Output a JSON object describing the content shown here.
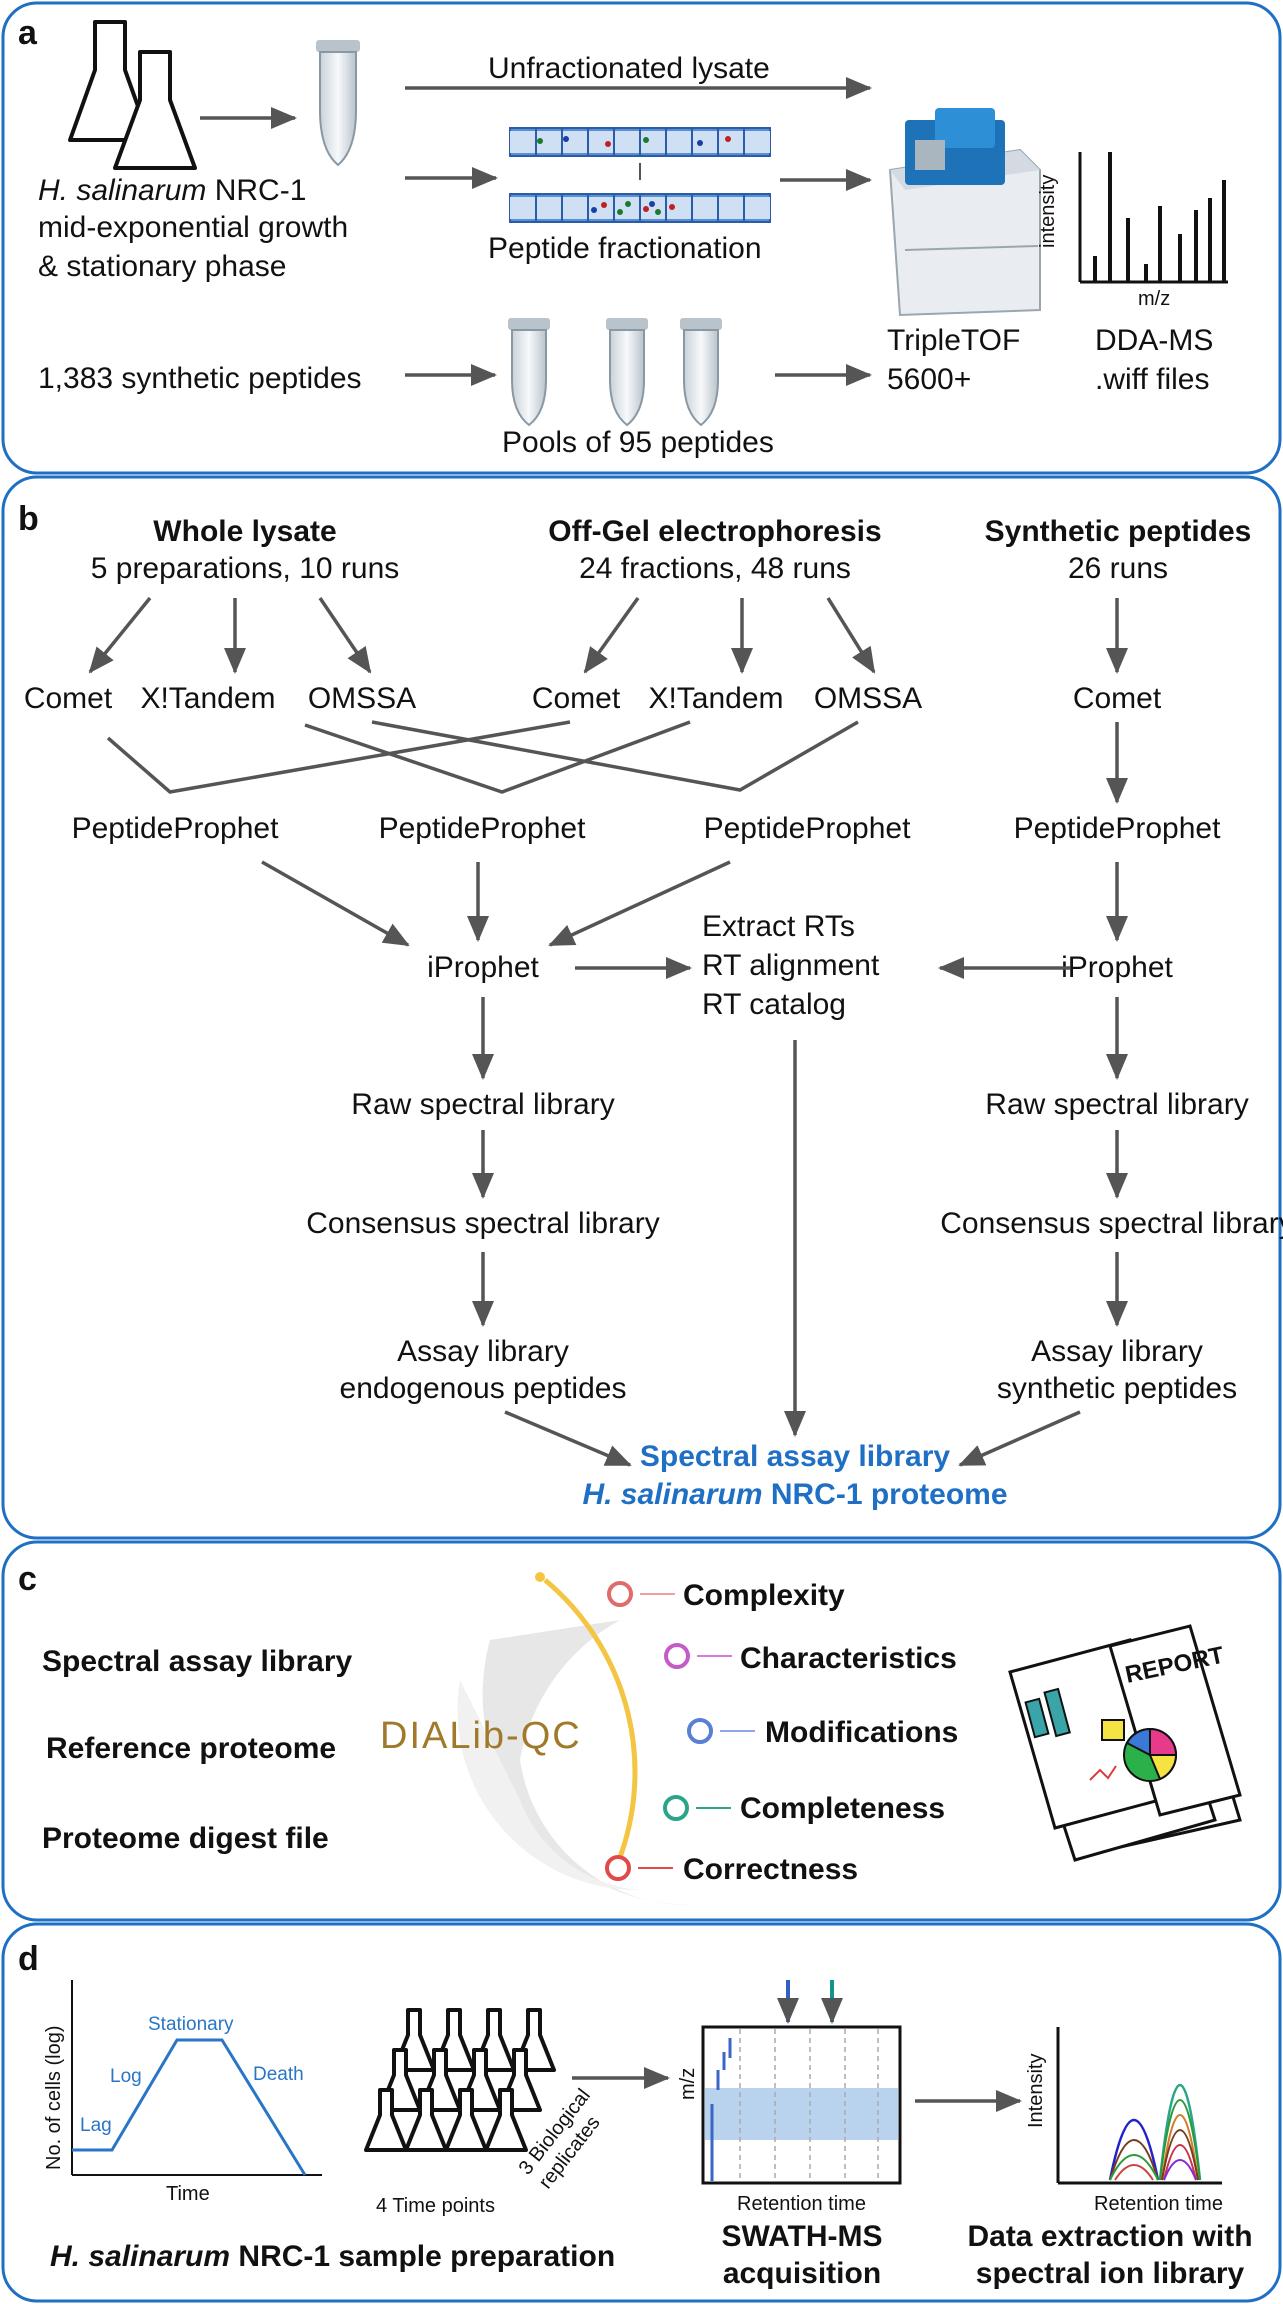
{
  "panel_a": {
    "letter": "a",
    "organism_italic": "H. salinarum",
    "organism_rest": " NRC-1",
    "growth_line2": "mid-exponential growth",
    "growth_line3": "& stationary phase",
    "unfractionated": "Unfractionated lysate",
    "peptide_fractionation": "Peptide fractionation",
    "synthetic": "1,383 synthetic peptides",
    "pools": "Pools of 95 peptides",
    "instrument_line1": "TripleTOF",
    "instrument_line2": "5600+",
    "dda_line1": "DDA-MS",
    "dda_line2": ".wiff files",
    "spectrum_ylabel": "intensity",
    "spectrum_xlabel": "m/z"
  },
  "panel_b": {
    "letter": "b",
    "whole_title": "Whole lysate",
    "whole_sub": "5 preparations, 10 runs",
    "offgel_title": "Off-Gel electrophoresis",
    "offgel_sub": "24 fractions, 48 runs",
    "synth_title": "Synthetic peptides",
    "synth_sub": "26 runs",
    "comet": "Comet",
    "xtandem": "X!Tandem",
    "omssa": "OMSSA",
    "peptideprophet": "PeptideProphet",
    "iprophet": "iProphet",
    "extract_rts": "Extract RTs",
    "rt_alignment": "RT alignment",
    "rt_catalog": "RT catalog",
    "raw_library": "Raw spectral library",
    "consensus_library": "Consensus spectral library",
    "assay_library": "Assay library",
    "endogenous": "endogenous peptides",
    "synthetic_peptides": "synthetic peptides",
    "final_line1": "Spectral assay library",
    "final_line2_italic": "H. salinarum",
    "final_line2_rest": " NRC-1 proteome"
  },
  "panel_c": {
    "letter": "c",
    "inputs": [
      "Spectral assay library",
      "Reference proteome",
      "Proteome digest file"
    ],
    "tool": "DIALib-QC",
    "metrics": [
      "Complexity",
      "Characteristics",
      "Modifications",
      "Completeness",
      "Correctness"
    ],
    "report_word": "REPORT",
    "colors": {
      "complexity": "#e06b6b",
      "characteristics": "#c65ac9",
      "modifications": "#5a7fd6",
      "completeness": "#2aa58a",
      "correctness": "#e04a4a",
      "arc": "#f4c542"
    }
  },
  "panel_d": {
    "letter": "d",
    "growth_ylabel": "No. of cells (log)",
    "growth_xlabel": "Time",
    "phases": [
      "Lag",
      "Log",
      "Stationary",
      "Death"
    ],
    "time_points": "4 Time points",
    "bio_replicates_line1": "3 Biological",
    "bio_replicates_line2": "replicates",
    "sample_prep_italic": "H. salinarum",
    "sample_prep_rest": " NRC-1 sample preparation",
    "swath_ylabel": "m/z",
    "swath_xlabel": "Retention time",
    "swath_line1": "SWATH-MS",
    "swath_line2": "acquisition",
    "xic_ylabel": "Intensity",
    "xic_xlabel": "Retention time",
    "extraction_line1": "Data extraction with",
    "extraction_line2": "spectral ion library"
  }
}
